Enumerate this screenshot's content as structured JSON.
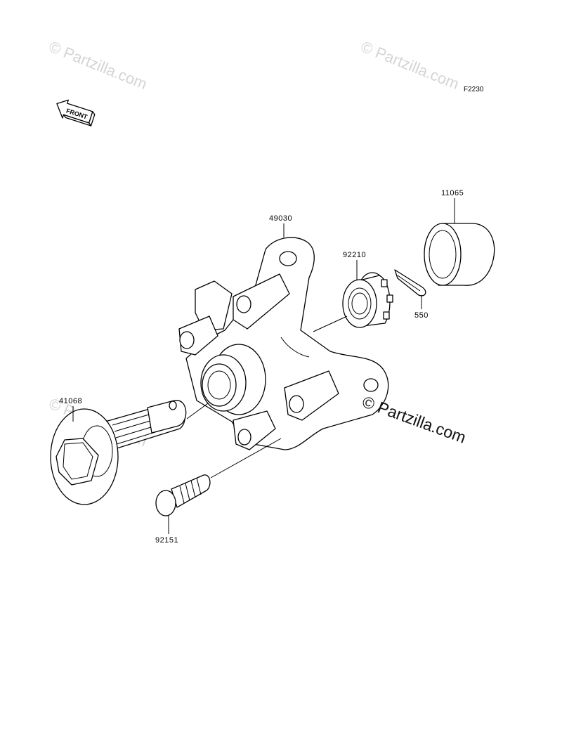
{
  "figure_code": "F2230",
  "front_label": "FRONT",
  "watermarks": {
    "faint": "© Partzilla.com",
    "prominent": "© Partzilla.com"
  },
  "parts": [
    {
      "id": "pn-49030",
      "number": "49030"
    },
    {
      "id": "pn-92210",
      "number": "92210"
    },
    {
      "id": "pn-11065",
      "number": "11065"
    },
    {
      "id": "pn-550",
      "number": "550"
    },
    {
      "id": "pn-41068",
      "number": "41068"
    },
    {
      "id": "pn-92151",
      "number": "92151"
    }
  ]
}
